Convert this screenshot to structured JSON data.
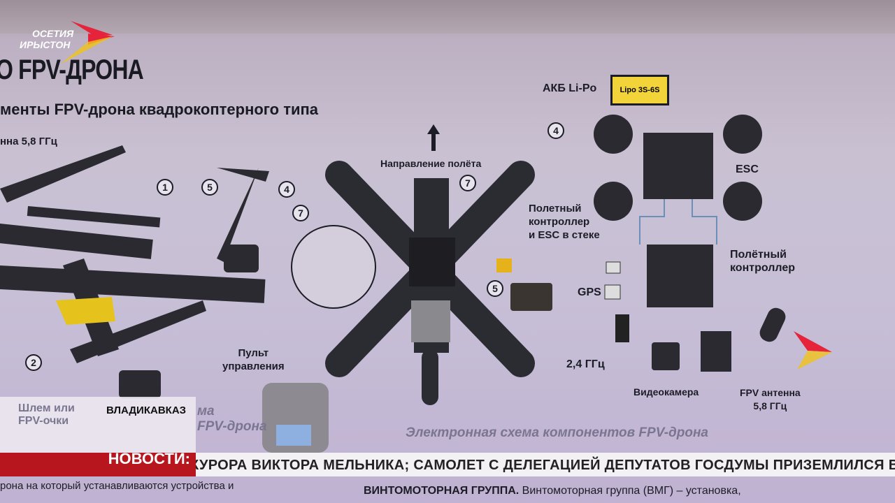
{
  "channel_logo": {
    "line1": "ОСЕТИЯ",
    "line2": "ИРЫСТОН",
    "colors": {
      "red": "#e5243b",
      "yellow": "#f0c419"
    }
  },
  "poster": {
    "title": "О FPV-ДРОНА",
    "subtitle": "менты FPV-дрона квадрокоптерного типа",
    "antenna_top": "нна 5,8 ГГц",
    "flight_direction": "Направление полёта",
    "battery_label": "АКБ Li-Po",
    "battery_box": "Lipo 3S-6S",
    "esc": "ESC",
    "stack_label": [
      "Полетный",
      "контроллер",
      "и ESC в стеке"
    ],
    "fc_label": [
      "Полётный",
      "контроллер"
    ],
    "gps": "GPS",
    "rx": "2,4 ГГц",
    "camera": "Видеокамера",
    "fpv_antenna": [
      "FPV антенна",
      "5,8 ГГц"
    ],
    "remote": [
      "Пульт",
      "управления"
    ],
    "schema_caption": "Электронная схема компонентов FPV-дрона",
    "left_caption": [
      "ма",
      "FPV-дрона"
    ],
    "markers": [
      "1",
      "5",
      "4",
      "7",
      "2",
      "7",
      "5",
      "4"
    ],
    "bottom_left_text": "рона на который устанавливаются устройства и",
    "bottom_right_bold": "ВИНТОМОТОРНАЯ ГРУППА.",
    "bottom_right_text": " Винтомоторная группа (ВМГ) – установка,"
  },
  "lower_third": {
    "helmet": [
      "Шлем или",
      "FPV-очки"
    ],
    "location": "ВЛАДИКАВКАЗ"
  },
  "ticker": {
    "label": "НОВОСТИ:",
    "text": "КУРОРА ВИКТОРА МЕЛЬНИКА; САМОЛЕТ С ДЕЛЕГАЦИЕЙ ДЕПУТАТОВ ГОСДУМЫ ПРИЗЕМЛИЛСЯ В НЬ"
  }
}
